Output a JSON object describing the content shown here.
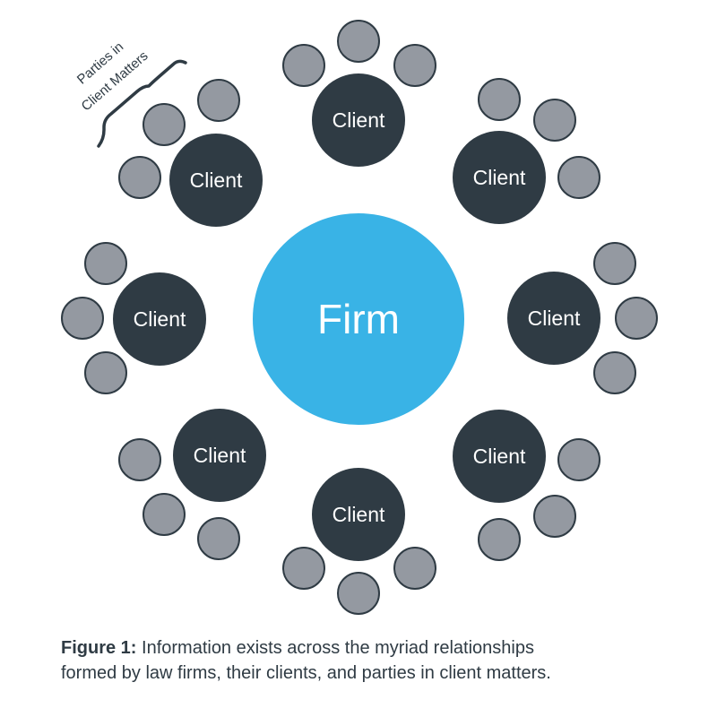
{
  "firm": {
    "label": "Firm",
    "color": "#39b3e6"
  },
  "clients": [
    {
      "label": "Client"
    },
    {
      "label": "Client"
    },
    {
      "label": "Client"
    },
    {
      "label": "Client"
    },
    {
      "label": "Client"
    },
    {
      "label": "Client"
    },
    {
      "label": "Client"
    },
    {
      "label": "Client"
    }
  ],
  "client_color": "#2f3b44",
  "party_color": "#9499a1",
  "party_border_color": "#2f3b44",
  "parties_per_client": 3,
  "annotation": {
    "line1": "Parties in",
    "line2": "Client Matters"
  },
  "caption": {
    "prefix": "Figure 1:",
    "line1": " Information exists across the myriad relationships",
    "line2": "formed by law firms, their clients, and parties in client matters."
  }
}
